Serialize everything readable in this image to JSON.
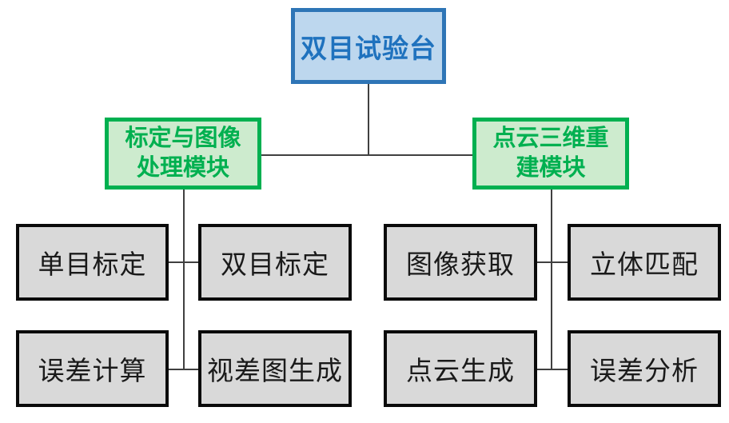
{
  "diagram": {
    "root": {
      "label": "双目试验台"
    },
    "modules": [
      {
        "line1": "标定与图像",
        "line2": "处理模块"
      },
      {
        "line1": "点云三维重",
        "line2": "建模块"
      }
    ],
    "leaves": [
      "单目标定",
      "双目标定",
      "误差计算",
      "视差图生成",
      "图像获取",
      "立体匹配",
      "点云生成",
      "误差分析"
    ],
    "colors": {
      "root_fill": "#BDD7EE",
      "root_border": "#2E75B6",
      "root_text": "#1F72BE",
      "module_fill": "#CDEBCE",
      "module_border": "#00B050",
      "module_text": "#00B050",
      "leaf_fill": "#D9D9D9",
      "leaf_border": "#0A0A0A",
      "leaf_text": "#1A1A1A",
      "connector": "#404040"
    }
  }
}
